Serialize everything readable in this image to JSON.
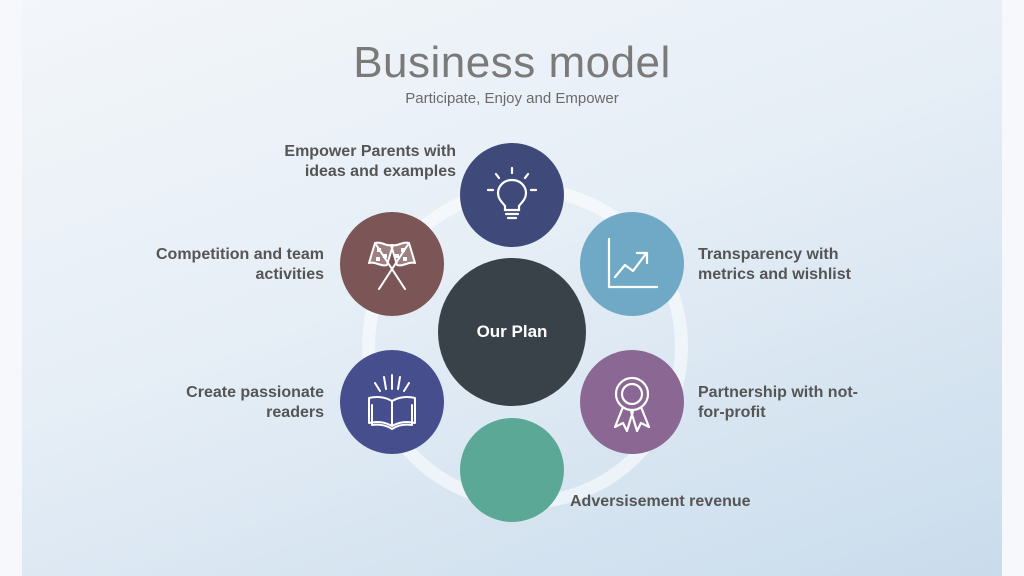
{
  "slide": {
    "title": "Business model",
    "subtitle": "Participate, Enjoy and Empower"
  },
  "center": {
    "label": "Our Plan",
    "color": "#394249"
  },
  "items": [
    {
      "line1": "Empower Parents with",
      "line2": "ideas and examples",
      "icon": "lightbulb-icon",
      "color": "#3f4a7a"
    },
    {
      "line1": "Transparency with",
      "line2": "metrics and wishlist",
      "icon": "line-chart-icon",
      "color": "#6fa9c6"
    },
    {
      "line1": "Partnership with not-",
      "line2": "for-profit",
      "icon": "award-ribbon-icon",
      "color": "#8a6893"
    },
    {
      "line1": "Adversisement revenue",
      "line2": "",
      "icon": "",
      "color": "#5aa895"
    },
    {
      "line1": "Create passionate",
      "line2": "readers",
      "icon": "open-book-icon",
      "color": "#474e8e"
    },
    {
      "line1": "Competition and team",
      "line2": "activities",
      "icon": "checkered-flags-icon",
      "color": "#7c5656"
    }
  ]
}
